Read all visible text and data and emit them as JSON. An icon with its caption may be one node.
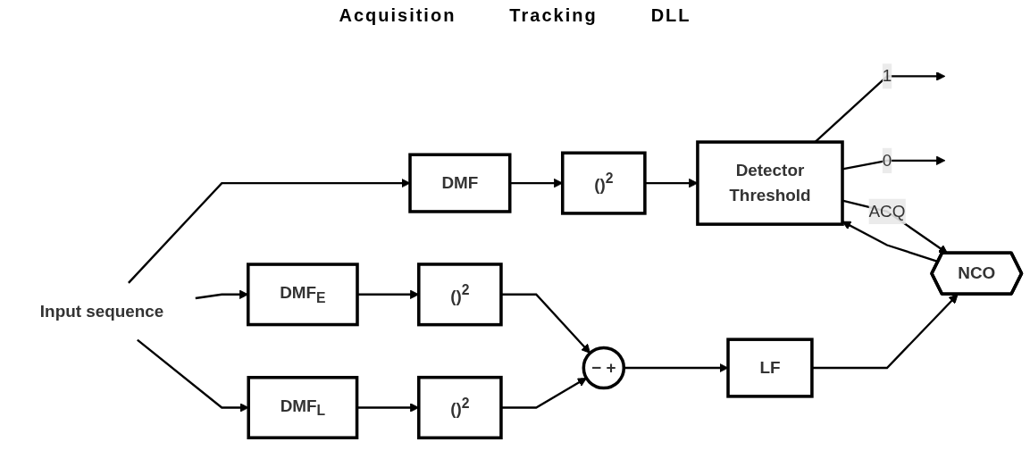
{
  "diagram": {
    "nodes": [
      {
        "text": [
          "Input sequence"
        ]
      },
      {
        "text": [
          "DMF"
        ]
      },
      {
        "text": [
          "()$^{2}$"
        ]
      },
      {
        "text": [
          "Detector",
          "Threshold"
        ]
      },
      {
        "text": [
          "NCO"
        ]
      },
      {
        "text": [
          "DMF$_{E}$"
        ]
      },
      {
        "text": [
          "()$^{2}$"
        ]
      },
      {
        "text": [
          "DMF$_{L}$"
        ]
      },
      {
        "text": [
          "()$^{2}$"
        ]
      },
      {
        "text": [
          "−",
          "+"
        ]
      },
      {
        "text": [
          "LF"
        ]
      }
    ],
    "edges": [
      {
        "from": 0,
        "to": 1,
        "arrow": "to"
      },
      {
        "from": 0,
        "to": 5,
        "arrow": "to"
      },
      {
        "from": 0,
        "to": 7,
        "arrow": "to"
      },
      {
        "from": 1,
        "to": 2,
        "arrow": "to"
      },
      {
        "from": 2,
        "to": 3,
        "arrow": "to"
      },
      {
        "from": 3,
        "to": null,
        "arrow": "to",
        "label": "1"
      },
      {
        "from": 3,
        "to": null,
        "arrow": "to",
        "label": "0"
      },
      {
        "from": 4,
        "to": 3,
        "arrow": "to"
      },
      {
        "from": 3,
        "to": 4,
        "arrow": "to",
        "label": "ACQ"
      },
      {
        "from": 5,
        "to": 6,
        "arrow": "to"
      },
      {
        "from": 7,
        "to": 8,
        "arrow": "to"
      },
      {
        "from": 6,
        "to": 9,
        "arrow": "to"
      },
      {
        "from": 8,
        "to": 9,
        "arrow": "to"
      },
      {
        "from": 9,
        "to": 10,
        "arrow": "to"
      },
      {
        "from": 10,
        "to": 4,
        "arrow": "to"
      }
    ],
    "labels": [
      "Acquisition",
      "Tracking",
      "DLL"
    ]
  }
}
